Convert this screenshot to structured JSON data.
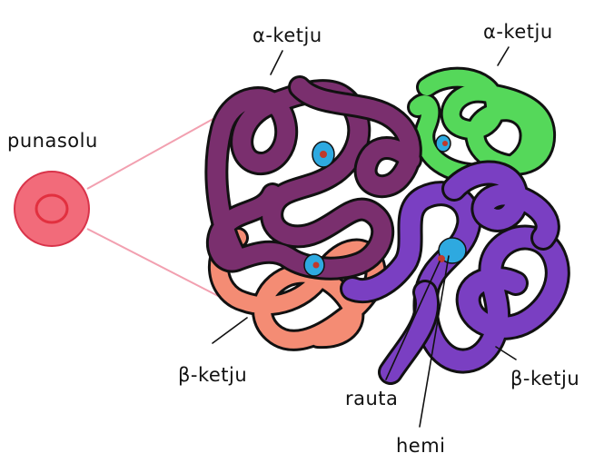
{
  "labels": {
    "red_cell": "punasolu",
    "alpha_left": "α-ketju",
    "alpha_right": "α-ketju",
    "beta_left": "β-ketju",
    "beta_right": "β-ketju",
    "iron": "rauta",
    "heme": "hemi"
  },
  "colors": {
    "red_cell_fill": "#f26b7a",
    "red_cell_ring": "#e2303f",
    "connector": "#f2a0b0",
    "alpha_left_chain": "#7a2f6e",
    "alpha_right_chain": "#55d85a",
    "beta_left_chain": "#f48c74",
    "beta_right_chain": "#7a3fc2",
    "heme_group": "#2ea9e0",
    "iron_atom": "#c0392b"
  }
}
